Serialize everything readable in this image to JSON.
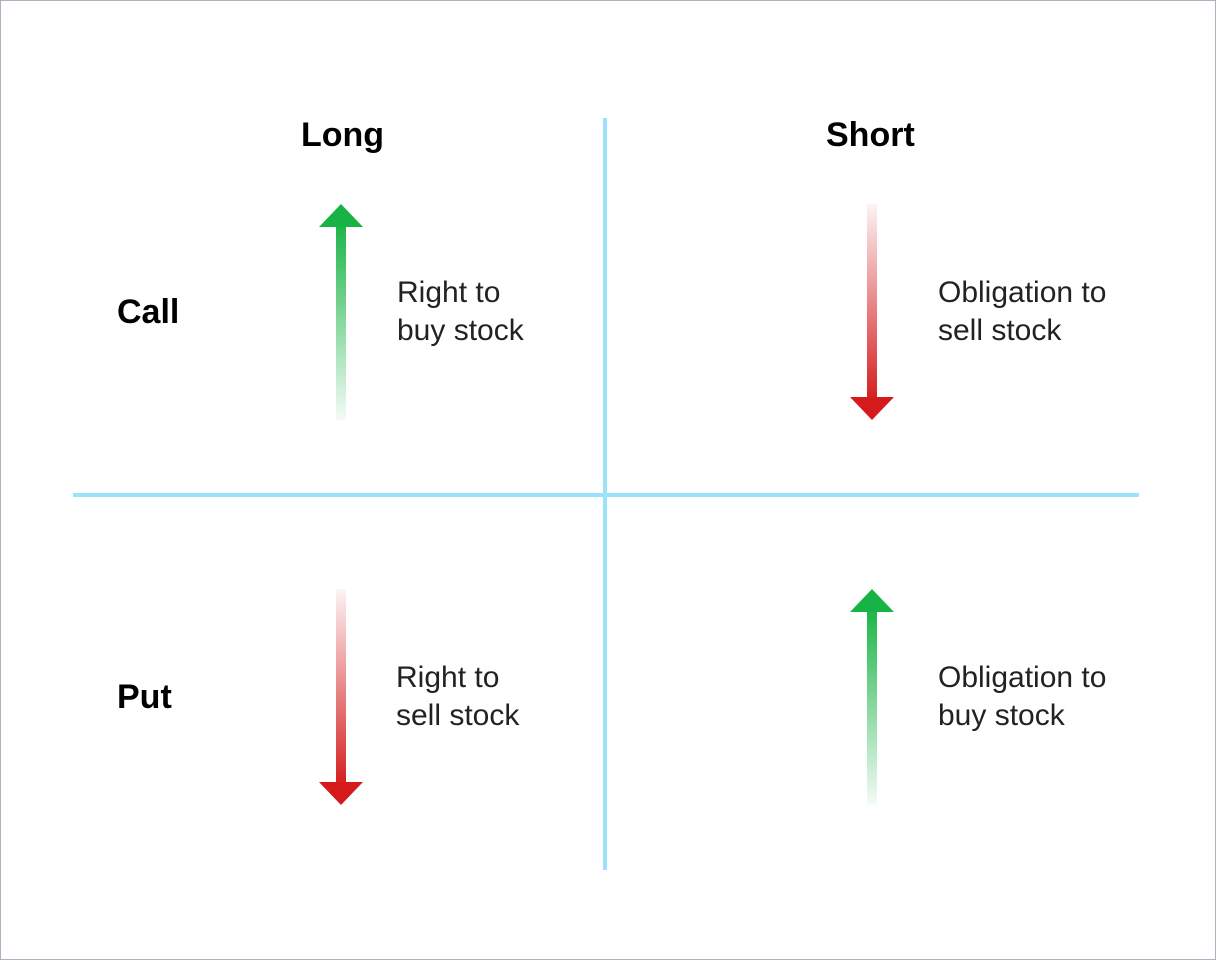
{
  "columns": {
    "long": "Long",
    "short": "Short"
  },
  "rows": {
    "call": "Call",
    "put": "Put"
  },
  "cells": {
    "long_call": {
      "line1": "Right to",
      "line2": "buy stock",
      "arrow": "up",
      "color": "#17b344"
    },
    "short_call": {
      "line1": "Obligation to",
      "line2": "sell stock",
      "arrow": "down",
      "color": "#d41a1a"
    },
    "long_put": {
      "line1": "Right to",
      "line2": "sell stock",
      "arrow": "down",
      "color": "#d41a1a"
    },
    "short_put": {
      "line1": "Obligation to",
      "line2": "buy stock",
      "arrow": "up",
      "color": "#17b344"
    }
  },
  "colors": {
    "divider": "#9be3fb",
    "up_arrow": "#17b344",
    "down_arrow": "#d41a1a"
  }
}
